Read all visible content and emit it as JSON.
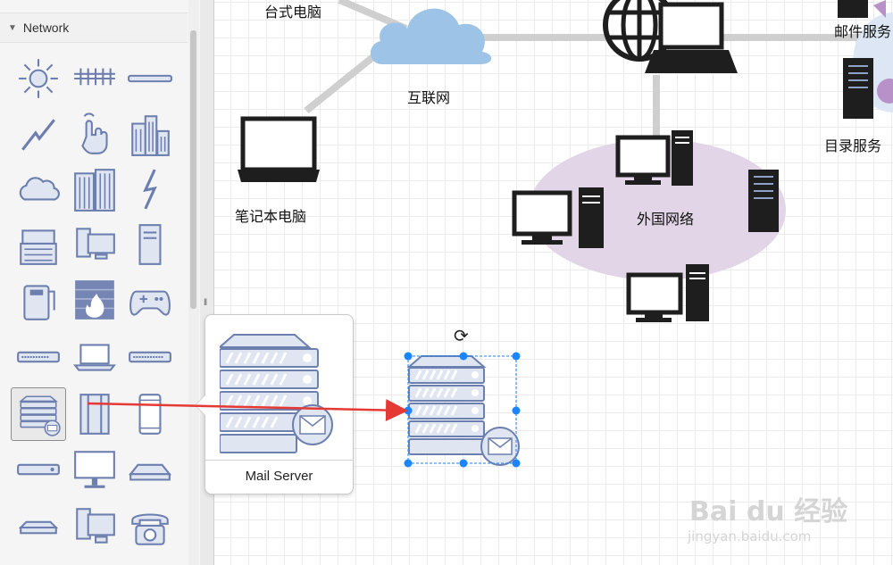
{
  "sidebar": {
    "section_label": "Network",
    "shapes": [
      "satellite-icon",
      "antenna-icon",
      "cable-icon",
      "lightning-bolt-icon",
      "touch-icon",
      "buildings-icon",
      "cloud-icon",
      "office-building-icon",
      "zigzag-bolt-icon",
      "copier-icon",
      "workstation-icon",
      "pc-tower-icon",
      "external-drive-icon",
      "firewall-icon",
      "gamepad-icon",
      "switch-icon",
      "laptop-icon",
      "router-icon",
      "mail-server-icon",
      "server-rack-icon",
      "mobile-phone-icon",
      "modem-icon",
      "monitor-icon",
      "hub-icon",
      "router-flat-icon",
      "desktop-pc-icon",
      "telephone-icon"
    ]
  },
  "canvas": {
    "labels": {
      "desktop": "台式电脑",
      "internet": "互联网",
      "laptop": "笔记本电脑",
      "foreign_network": "外国网络",
      "mail_service": "邮件服务",
      "directory_service": "目录服务"
    },
    "rotate_glyph": "⟳"
  },
  "tooltip": {
    "title": "Mail Server"
  },
  "watermark": {
    "brand": "Bai du 经验",
    "url": "jingyan.baidu.com"
  },
  "colors": {
    "shape_stroke": "#6d7fae",
    "shape_fill": "#dfe5f1",
    "cloud_blue": "#9dc3e6",
    "oval_purple": "#e1d5e7",
    "selection_blue": "#1a85ff",
    "arrow_red": "#e53935"
  }
}
